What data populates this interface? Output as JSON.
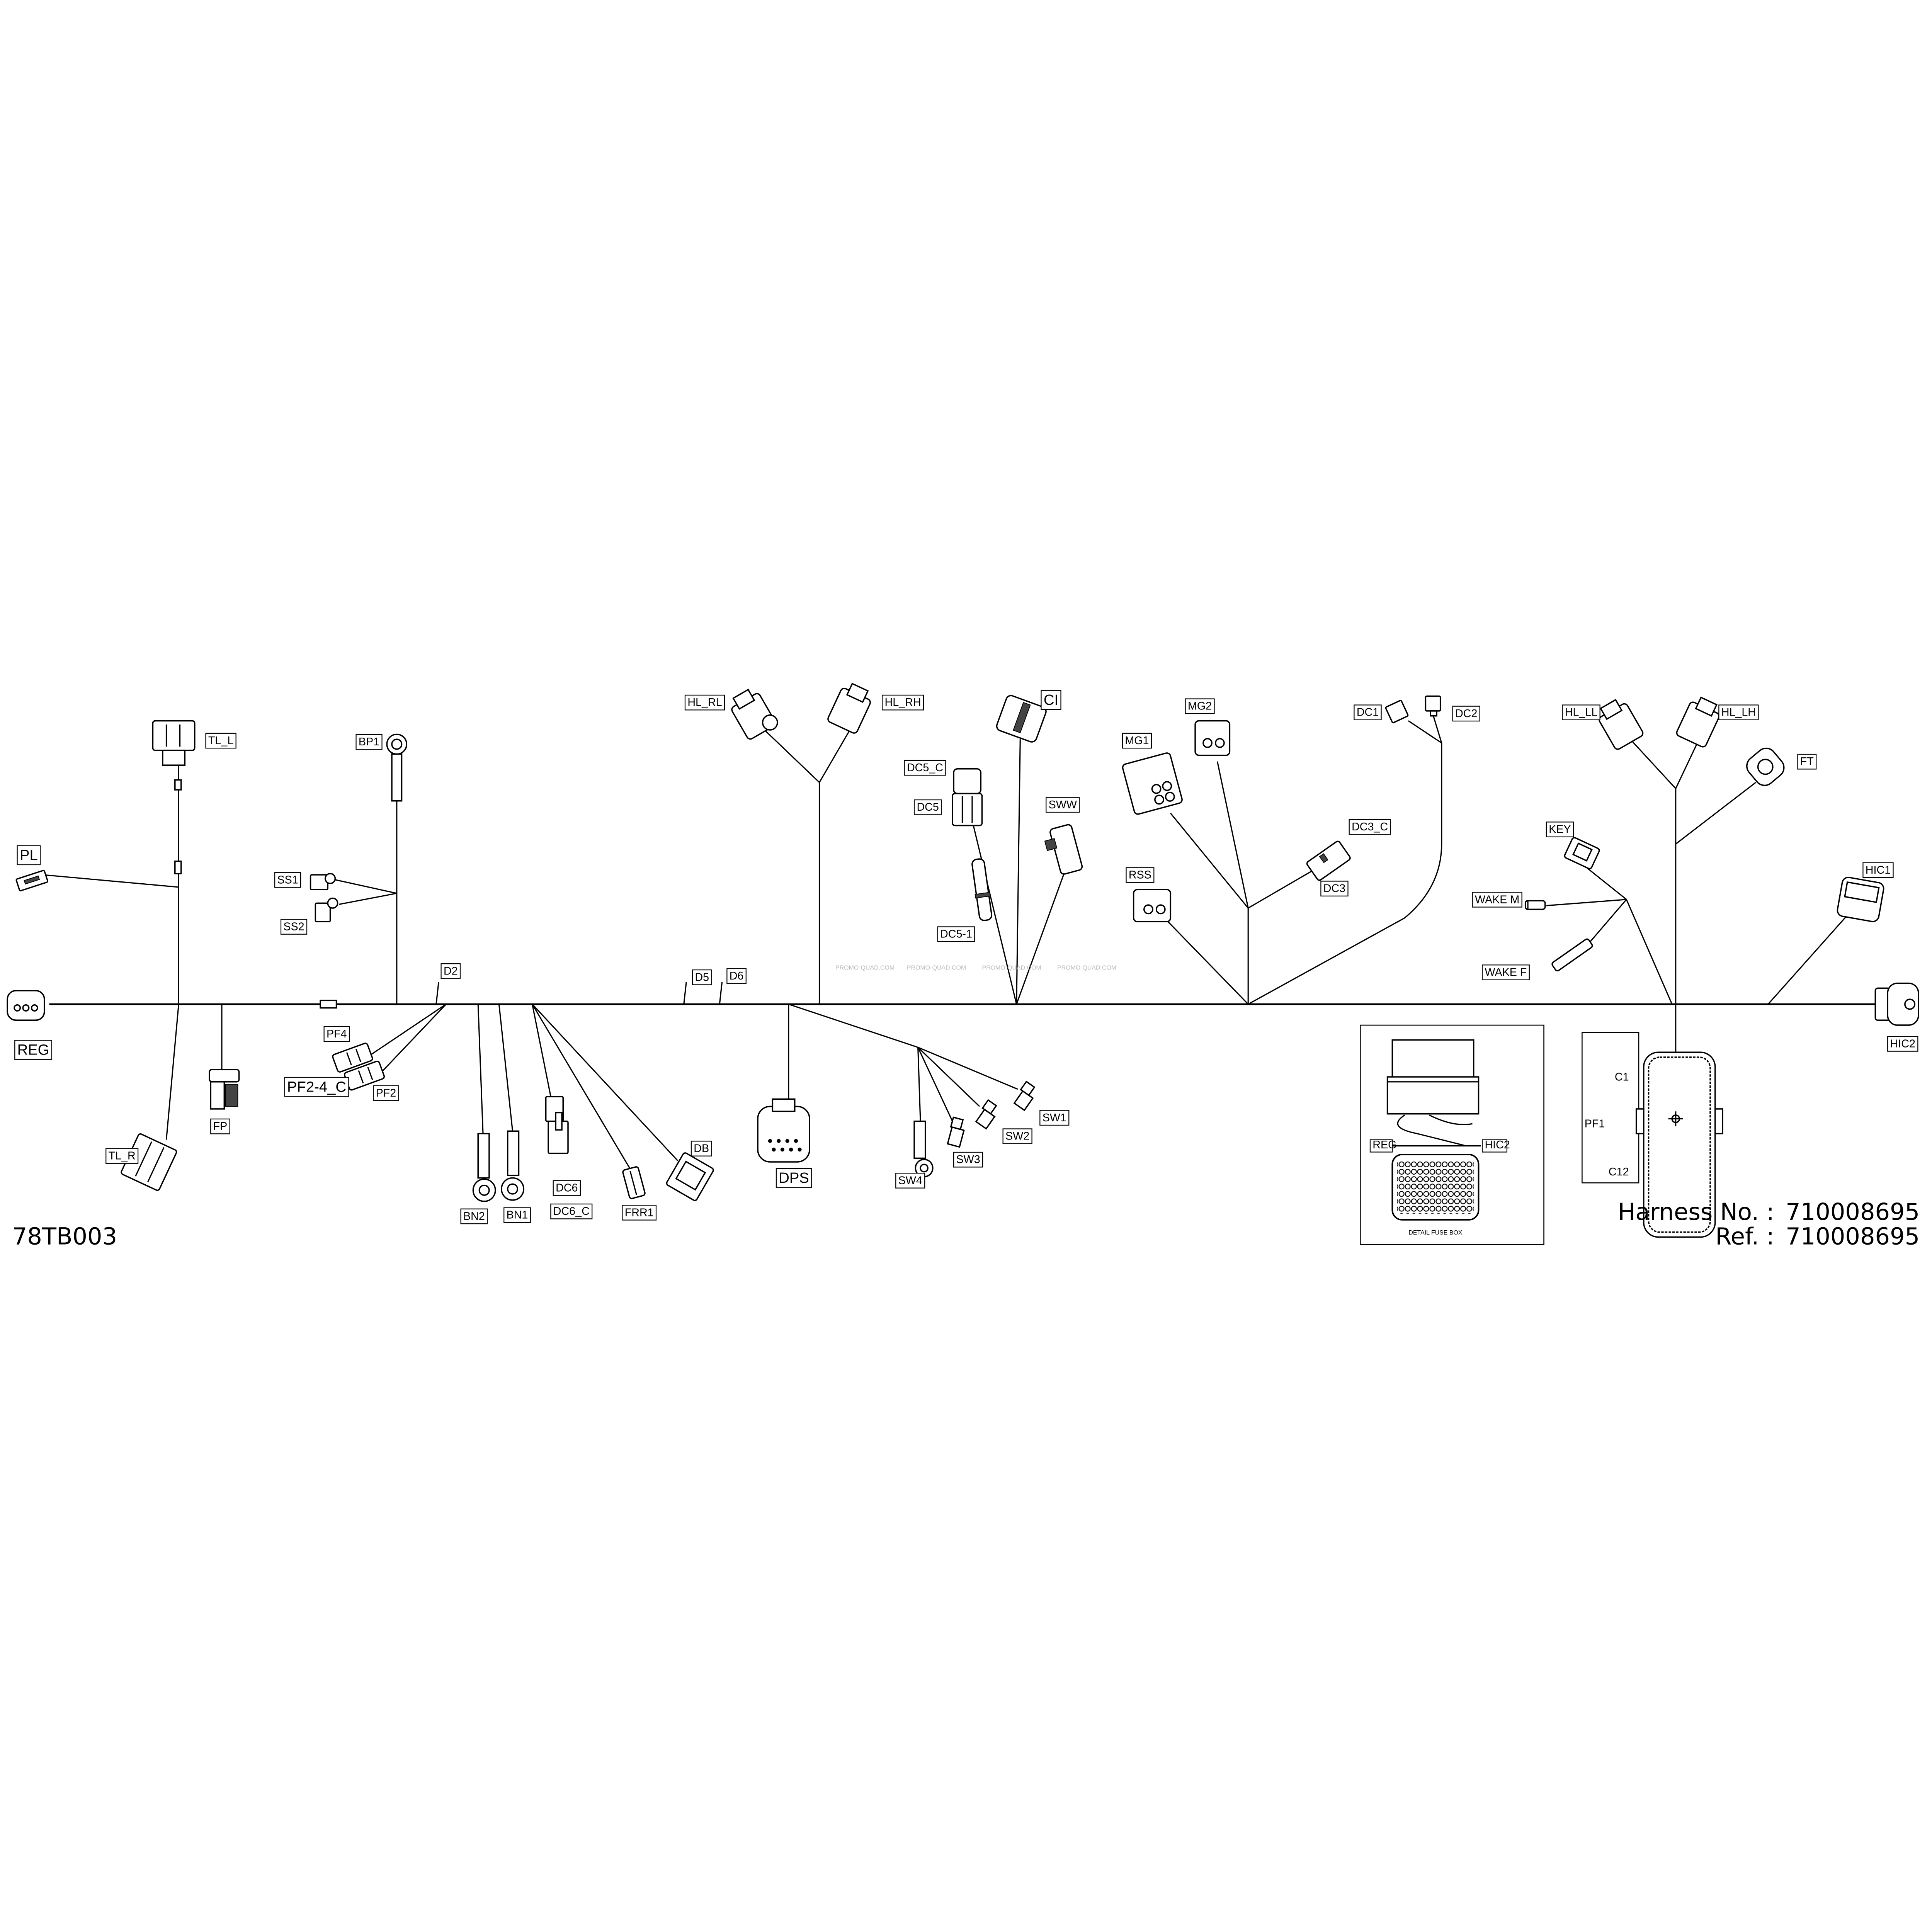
{
  "drawing_code": "78TB003",
  "harness": {
    "label": "Harness No. :",
    "number": "710008695"
  },
  "ref": {
    "label": "Ref. :",
    "number": "710008695"
  },
  "watermark": "PROMO-QUAD.COM",
  "labels": {
    "TL_L": "TL_L",
    "TL_R": "TL_R",
    "PL": "PL",
    "REG": "REG",
    "FP": "FP",
    "BP1": "BP1",
    "SS1": "SS1",
    "SS2": "SS2",
    "D2": "D2",
    "PF4": "PF4",
    "PF2_4_C": "PF2-4_C",
    "PF2": "PF2",
    "BN2": "BN2",
    "BN1": "BN1",
    "DC6": "DC6",
    "DC6_C": "DC6_C",
    "FRR1": "FRR1",
    "DB": "DB",
    "D5": "D5",
    "D6": "D6",
    "HL_RL": "HL_RL",
    "HL_RH": "HL_RH",
    "DPS": "DPS",
    "SW1": "SW1",
    "SW2": "SW2",
    "SW3": "SW3",
    "SW4": "SW4",
    "CI": "CI",
    "DC5_C": "DC5_C",
    "DC5": "DC5",
    "DC5_1": "DC5-1",
    "SWW": "SWW",
    "MG1": "MG1",
    "MG2": "MG2",
    "RSS": "RSS",
    "DC3_C": "DC3_C",
    "DC3": "DC3",
    "DC1": "DC1",
    "DC2": "DC2",
    "HL_LL": "HL_LL",
    "HL_LH": "HL_LH",
    "FT": "FT",
    "KEY": "KEY",
    "WAKE_M": "WAKE M",
    "WAKE_F": "WAKE F",
    "HIC1": "HIC1",
    "HIC2": "HIC2"
  },
  "fuse_box": {
    "name": "PF1",
    "first": "C1",
    "last": "C12"
  },
  "detail": {
    "caption": "DETAIL FUSE BOX",
    "left": "REG",
    "right": "HIC2"
  }
}
